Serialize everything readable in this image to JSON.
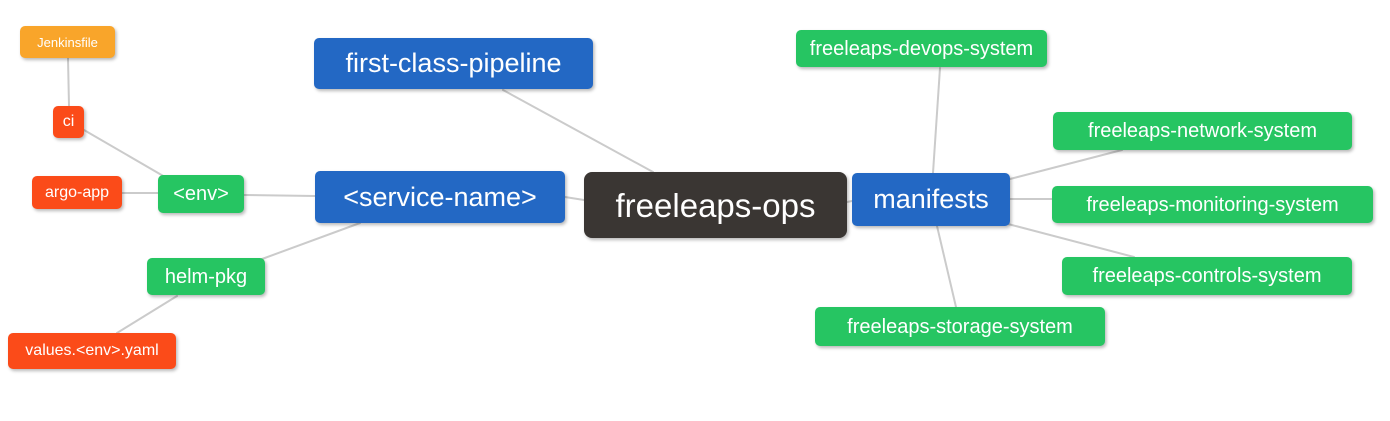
{
  "diagram": {
    "kind": "mindmap",
    "root_label": "freeleaps-ops",
    "palette": {
      "root_bg": "#3a3633",
      "level1_bg": "#2368c4",
      "level2_bg": "#26c562",
      "level3_bg": "#fb4b19",
      "level4_bg": "#f9a52a",
      "edge": "#cbcbcb",
      "text": "#ffffff",
      "background": "#ffffff"
    },
    "nodes": [
      {
        "id": "freeleaps-ops",
        "label": "freeleaps-ops",
        "level": 0,
        "parent": null
      },
      {
        "id": "first-class-pipeline",
        "label": "first-class-pipeline",
        "level": 1,
        "parent": "freeleaps-ops"
      },
      {
        "id": "service-name",
        "label": "<service-name>",
        "level": 1,
        "parent": "freeleaps-ops"
      },
      {
        "id": "manifests",
        "label": "manifests",
        "level": 1,
        "parent": "freeleaps-ops"
      },
      {
        "id": "env",
        "label": "<env>",
        "level": 2,
        "parent": "service-name"
      },
      {
        "id": "helm-pkg",
        "label": "helm-pkg",
        "level": 2,
        "parent": "service-name"
      },
      {
        "id": "ci",
        "label": "ci",
        "level": 3,
        "parent": "env"
      },
      {
        "id": "argo-app",
        "label": "argo-app",
        "level": 3,
        "parent": "env"
      },
      {
        "id": "jenkinsfile",
        "label": "Jenkinsfile",
        "level": 4,
        "parent": "ci"
      },
      {
        "id": "values-env-yaml",
        "label": "values.<env>.yaml",
        "level": 3,
        "parent": "helm-pkg"
      },
      {
        "id": "freeleaps-devops-system",
        "label": "freeleaps-devops-system",
        "level": 2,
        "parent": "manifests"
      },
      {
        "id": "freeleaps-network-system",
        "label": "freeleaps-network-system",
        "level": 2,
        "parent": "manifests"
      },
      {
        "id": "freeleaps-monitoring-system",
        "label": "freeleaps-monitoring-system",
        "level": 2,
        "parent": "manifests"
      },
      {
        "id": "freeleaps-controls-system",
        "label": "freeleaps-controls-system",
        "level": 2,
        "parent": "manifests"
      },
      {
        "id": "freeleaps-storage-system",
        "label": "freeleaps-storage-system",
        "level": 2,
        "parent": "manifests"
      }
    ]
  }
}
